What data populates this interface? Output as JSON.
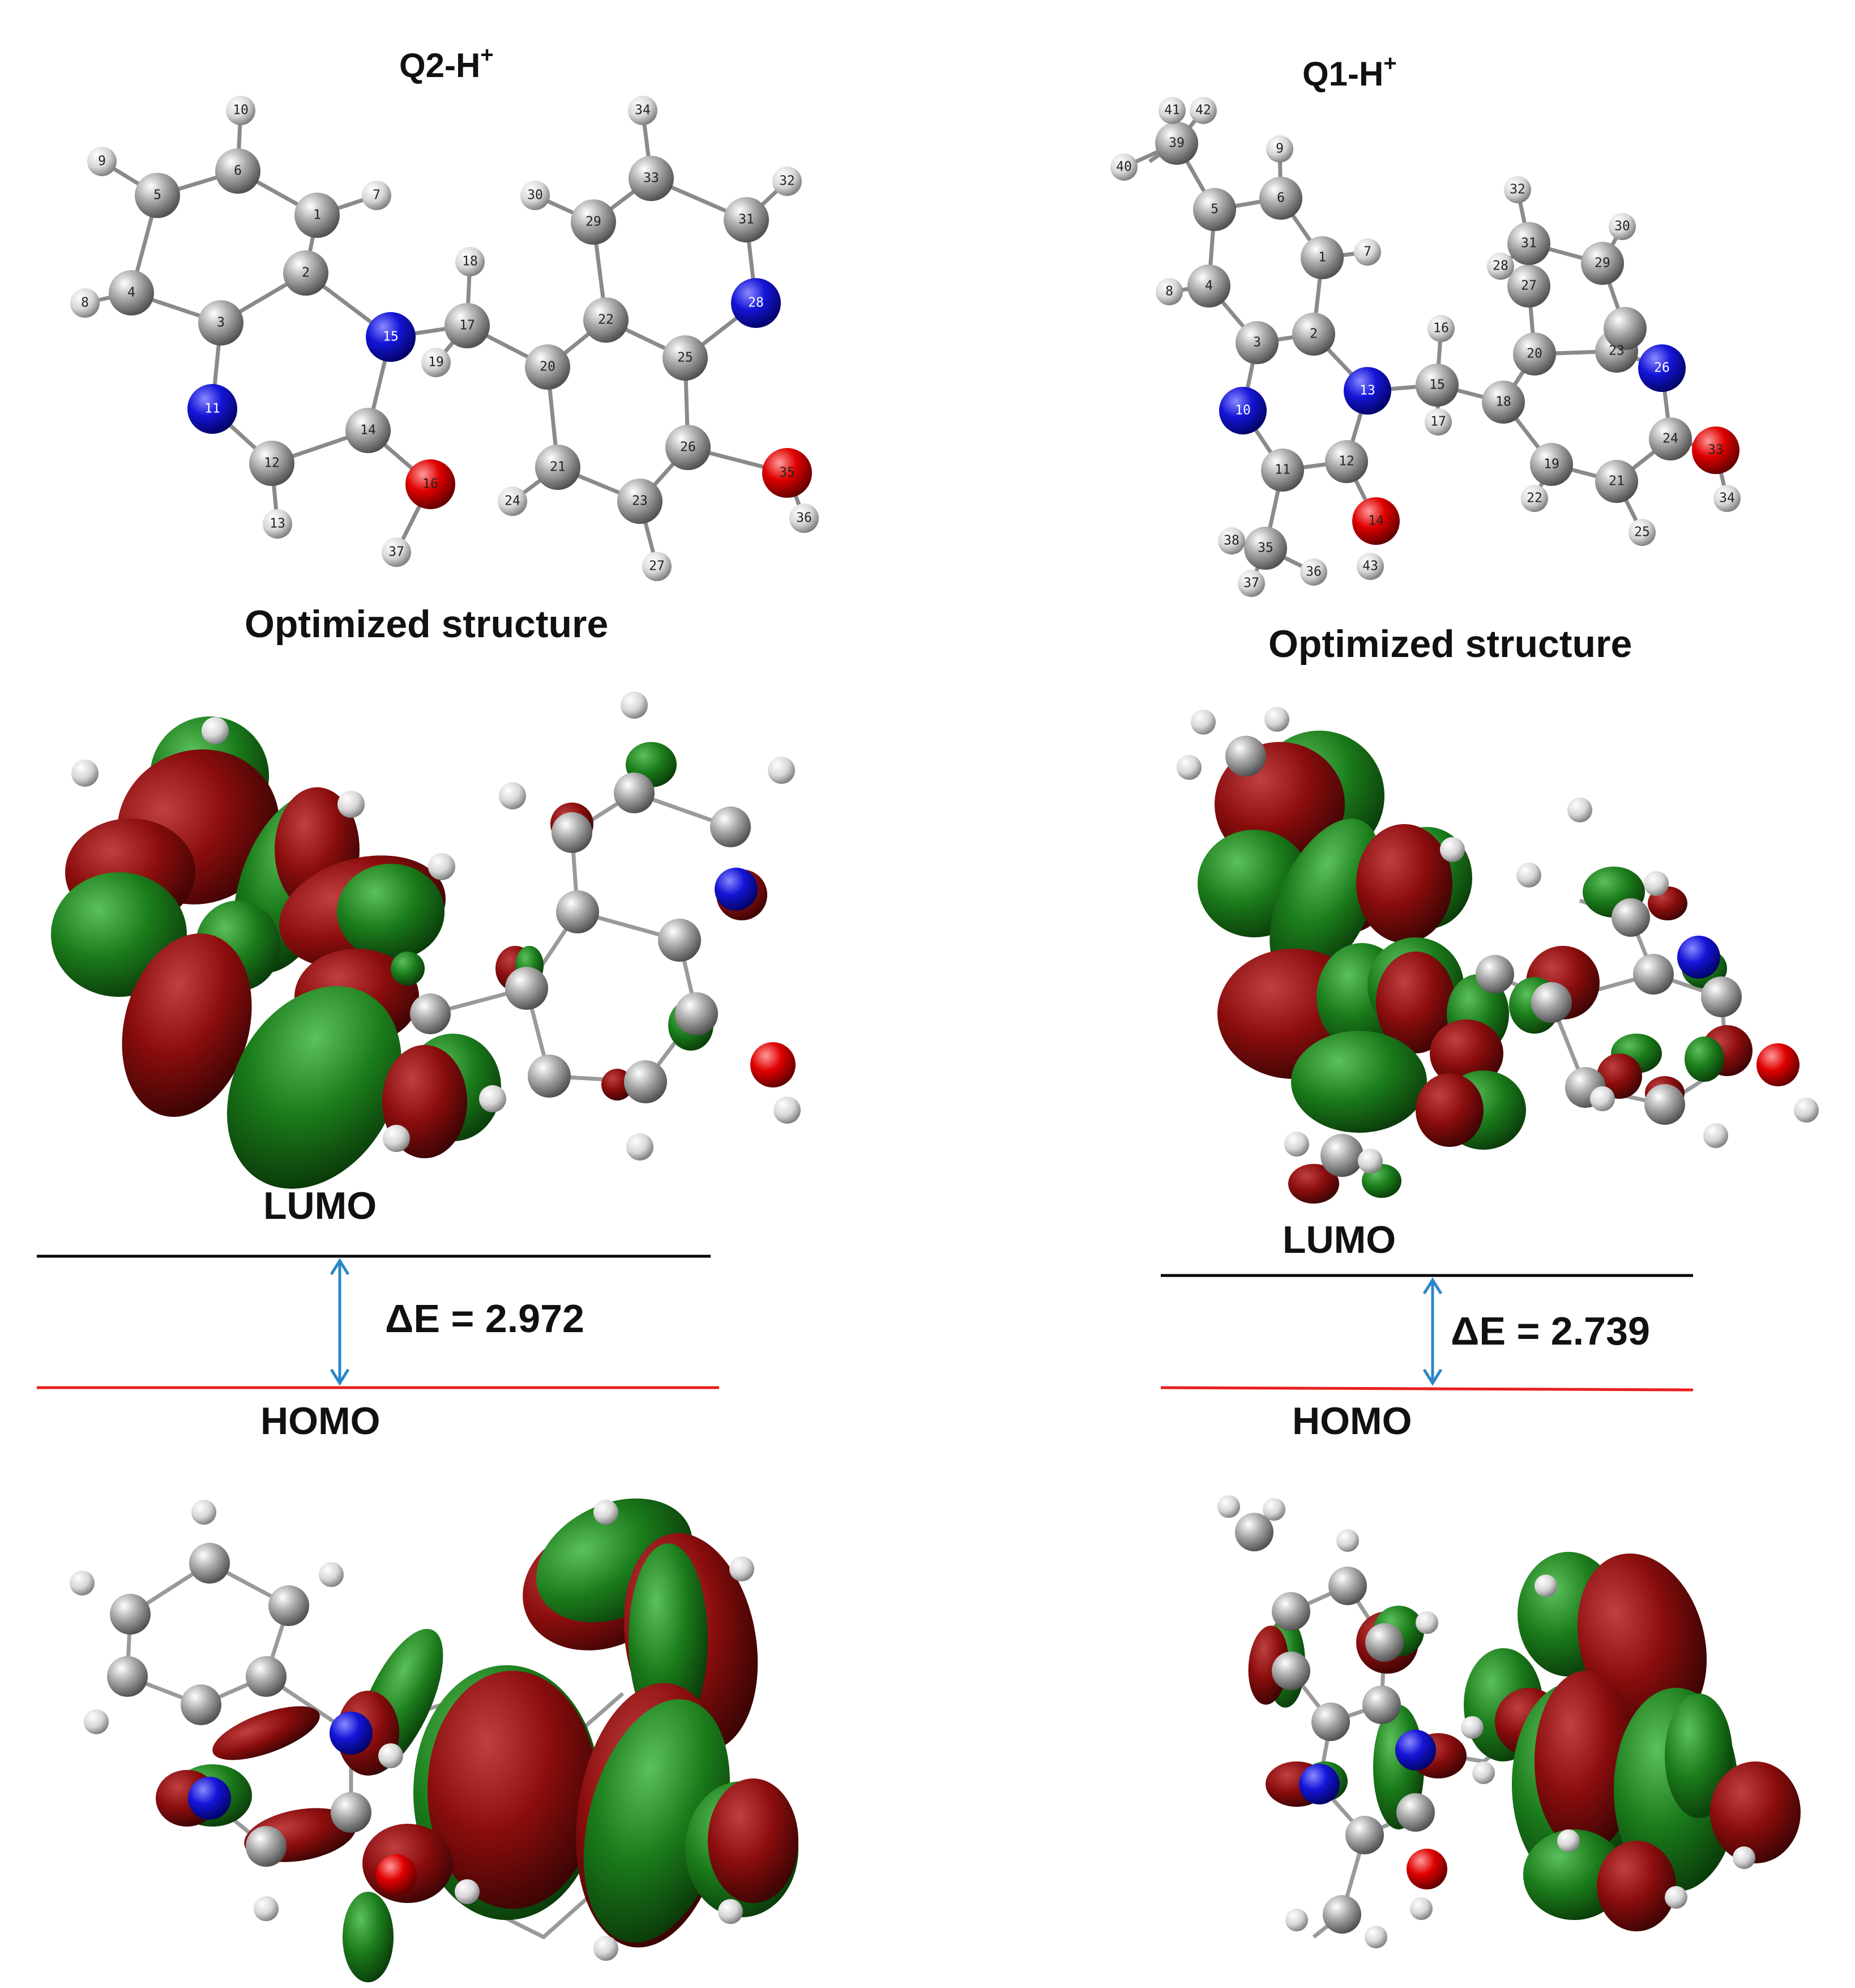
{
  "panels": [
    {
      "id": "q2",
      "title_main": "Q2-H",
      "title_sup": "+",
      "caption": "Optimized structure",
      "lumo_label": "LUMO",
      "homo_label": "HOMO",
      "gap_label": "ΔE = 2.972"
    },
    {
      "id": "q1",
      "title_main": "Q1-H",
      "title_sup": "+",
      "caption": "Optimized structure",
      "lumo_label": "LUMO",
      "homo_label": "HOMO",
      "gap_label": "ΔE = 2.739"
    }
  ],
  "colors": {
    "carbon": "#9a9a9a",
    "hydrogen": "#dedede",
    "nitrogen": "#1515d8",
    "oxygen": "#e00000",
    "orbital_positive": "#1b7d1b",
    "orbital_negative": "#8b0d0d",
    "lumo_line": "#000000",
    "homo_line": "#e8201e",
    "gap_arrow": "#2b86c7"
  },
  "atom_labels_q2": [
    "1",
    "2",
    "3",
    "4",
    "5",
    "6",
    "7",
    "8",
    "9",
    "10",
    "11",
    "12",
    "13",
    "14",
    "15",
    "16",
    "17",
    "18",
    "19",
    "20",
    "21",
    "22",
    "23",
    "24",
    "25",
    "26",
    "27",
    "28",
    "29",
    "30",
    "31",
    "32",
    "33",
    "34",
    "35",
    "36",
    "37"
  ],
  "atom_labels_q1": [
    "1",
    "2",
    "3",
    "4",
    "5",
    "6",
    "7",
    "8",
    "9",
    "10",
    "11",
    "12",
    "13",
    "14",
    "15",
    "16",
    "17",
    "18",
    "19",
    "20",
    "21",
    "22",
    "23",
    "24",
    "25",
    "26",
    "27",
    "28",
    "29",
    "30",
    "31",
    "32",
    "33",
    "34",
    "35",
    "36",
    "37",
    "38",
    "39",
    "40",
    "41",
    "42",
    "43"
  ]
}
